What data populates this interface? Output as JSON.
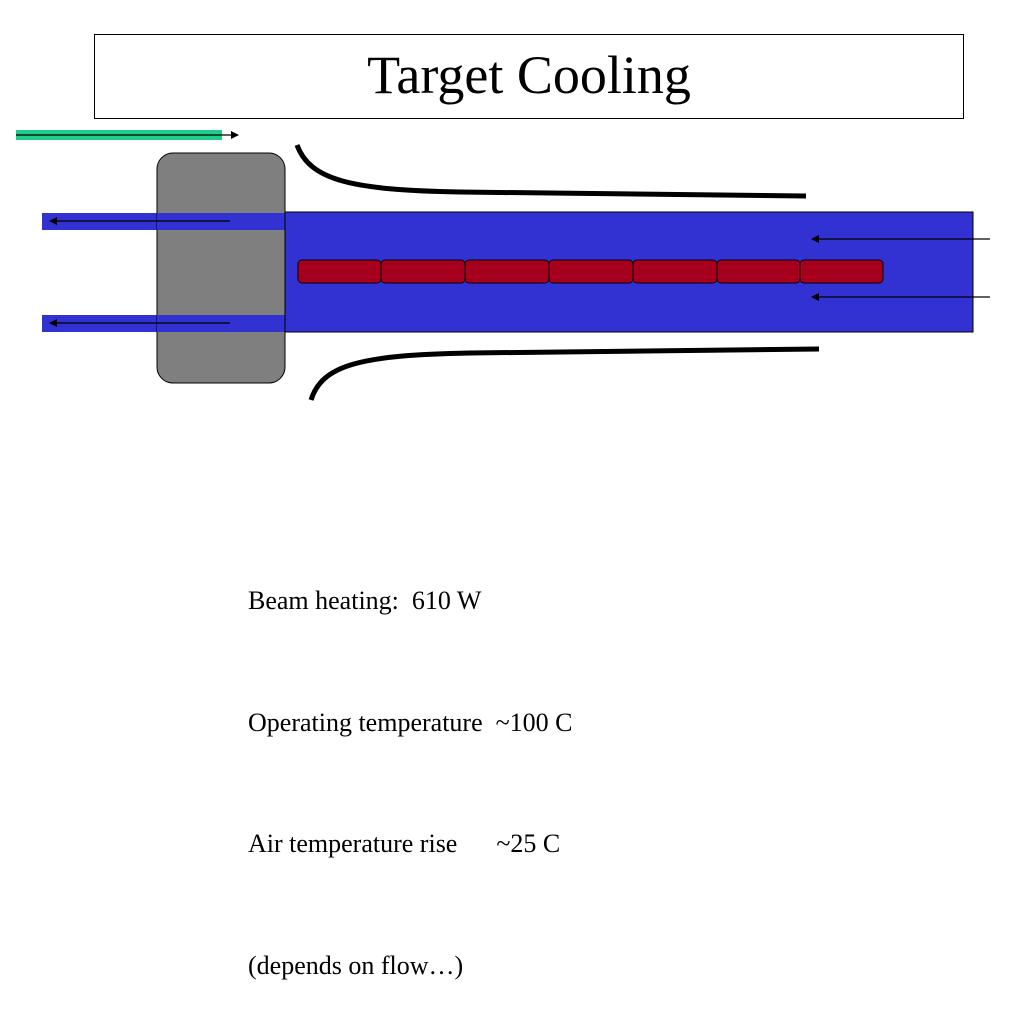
{
  "slide": {
    "title": "Target Cooling"
  },
  "colors": {
    "coolant_channel": "#3232d2",
    "holder_block": "#7f7f7f",
    "target_segment": "#a6001e",
    "beam_indicator": "#1fcc8a",
    "nozzle_line": "#000000",
    "arrow": "#000000"
  },
  "diagram": {
    "target_segment_count": 7,
    "icons": [
      "beam-arrow-icon",
      "airflow-in-arrow-icon",
      "airflow-out-arrow-icon"
    ]
  },
  "notes": {
    "beam_heating": "Beam heating:  610 W",
    "operating_temperature": "Operating temperature  ~100 C",
    "air_temperature_rise": "Air temperature rise      ~25 C",
    "flow_note": "(depends on flow…)"
  }
}
